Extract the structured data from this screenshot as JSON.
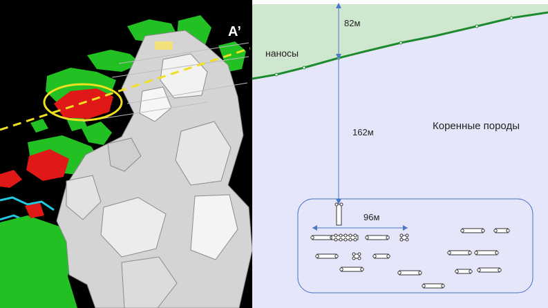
{
  "left_panel": {
    "section_label": "A’"
  },
  "right_panel": {
    "overburden_label": "наносы",
    "bedrock_label": "Коренные породы",
    "depth_overburden_label": "82м",
    "depth_bedrock_label": "162м",
    "width_label": "96м"
  },
  "colors": {
    "model_background": "#000000",
    "ore_body": "#e01818",
    "mine_workings": "#c8c8c8",
    "surface_green": "#22c022",
    "section_line": "#f0e020",
    "highlight_ellipse": "#f0e020",
    "overburden_fill": "#cfe6cf",
    "bedrock_fill": "#e6e6fa",
    "surface_line": "#1e8a2e",
    "dimension_line": "#4a78c8",
    "workings_outline": "#4472c4"
  }
}
